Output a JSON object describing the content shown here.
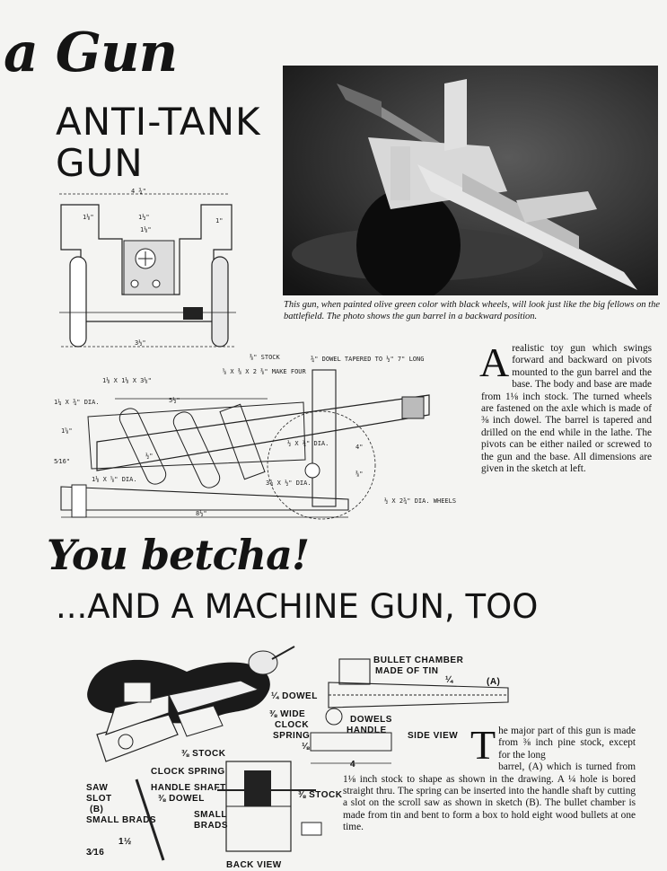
{
  "header": {
    "script_title": "a Gun",
    "anti_tank_line1": "ANTI-TANK",
    "anti_tank_line2": "GUN"
  },
  "photo": {
    "caption": "This gun, when painted olive green color with black wheels, will look just like the big fellows on the battlefield. The photo shows the gun barrel in a backward position."
  },
  "anti_tank_article": {
    "drop_cap": "A",
    "text": "realistic toy gun which swings forward and backward on pivots mounted to the gun barrel and the base. The body and base are made from 1⅛ inch stock. The turned wheels are fastened on the axle which is made of ⅜ inch dowel. The barrel is tapered and drilled on the end while in the lathe. The pivots can be either nailed or screwed to the gun and the base. All dimensions are given in the sketch at left."
  },
  "front_view_labels": {
    "width_top": "4 ¾\"",
    "left_dim": "1⅛\"",
    "center_dim": "1½\"",
    "inner_dim": "1⅛\"",
    "height_dim": "1\"",
    "bottom_dim": "3½\""
  },
  "side_view_labels": {
    "stock": "⅜\" STOCK",
    "dowel": "¾\" DOWEL TAPERED TO ½\" 7\" LONG",
    "make_four": "⅝ X ⅜ X 2 ⅜\" MAKE FOUR",
    "block": "1⅛ X 1⅛ X 3⅛\"",
    "dia1": "1¼ X ¾\" DIA.",
    "dim_5": "5½\"",
    "dim_1_5": "1⅝\"",
    "dim_1_2": "½\"",
    "dia2": "½ X ¼\" DIA.",
    "dim_4": "4\"",
    "dim_3_8": "⅜\"",
    "dia3": "3¾ X ½\" DIA.",
    "dia4": "1⅛ X ⅝\" DIA.",
    "dim_5_16": "5⁄16\"",
    "wheels": "½ X 2¾\" DIA. WHEELS",
    "dim_8": "8½\""
  },
  "machine_gun": {
    "script_title": "You betcha!",
    "headline": "...AND A MACHINE GUN, TOO"
  },
  "mg_labels": {
    "bullet_chamber": "BULLET CHAMBER",
    "made_of_tin": "MADE OF TIN",
    "dowel_quarter": "¼ DOWEL",
    "a_label": "(A)",
    "quarter": "¼",
    "wide": "⅜ WIDE",
    "clock_spring": "CLOCK",
    "spring": "SPRING",
    "dowels": "DOWELS",
    "handle": "HANDLE",
    "side_view": "SIDE VIEW",
    "eighth": "⅛",
    "four": "4",
    "stock_left": "⅜ STOCK",
    "clock_spring2": "CLOCK SPRING",
    "handle_shaft": "HANDLE SHAFT",
    "dowel2": "⅜ DOWEL",
    "stock_right": "⅜ STOCK",
    "saw": "SAW",
    "slot": "SLOT",
    "b": "(B)",
    "small_brads_left": "SMALL BRADS",
    "small": "SMALL",
    "brads": "BRADS",
    "one_half": "1½",
    "three_sixteenths": "3⁄16",
    "back_view": "BACK VIEW"
  },
  "machine_gun_article": {
    "drop_cap": "T",
    "text_indented": "he major part of this gun is made from ⅜ inch pine stock, except for the long",
    "text_rest": "barrel, (A) which is turned from 1⅛ inch stock to shape as shown in the drawing. A ¼ hole is bored straight thru. The spring can be inserted into the handle shaft by cutting a slot on the scroll saw as shown in sketch (B). The bullet chamber is made from tin and bent to form a box to hold eight wood bullets at one time."
  }
}
